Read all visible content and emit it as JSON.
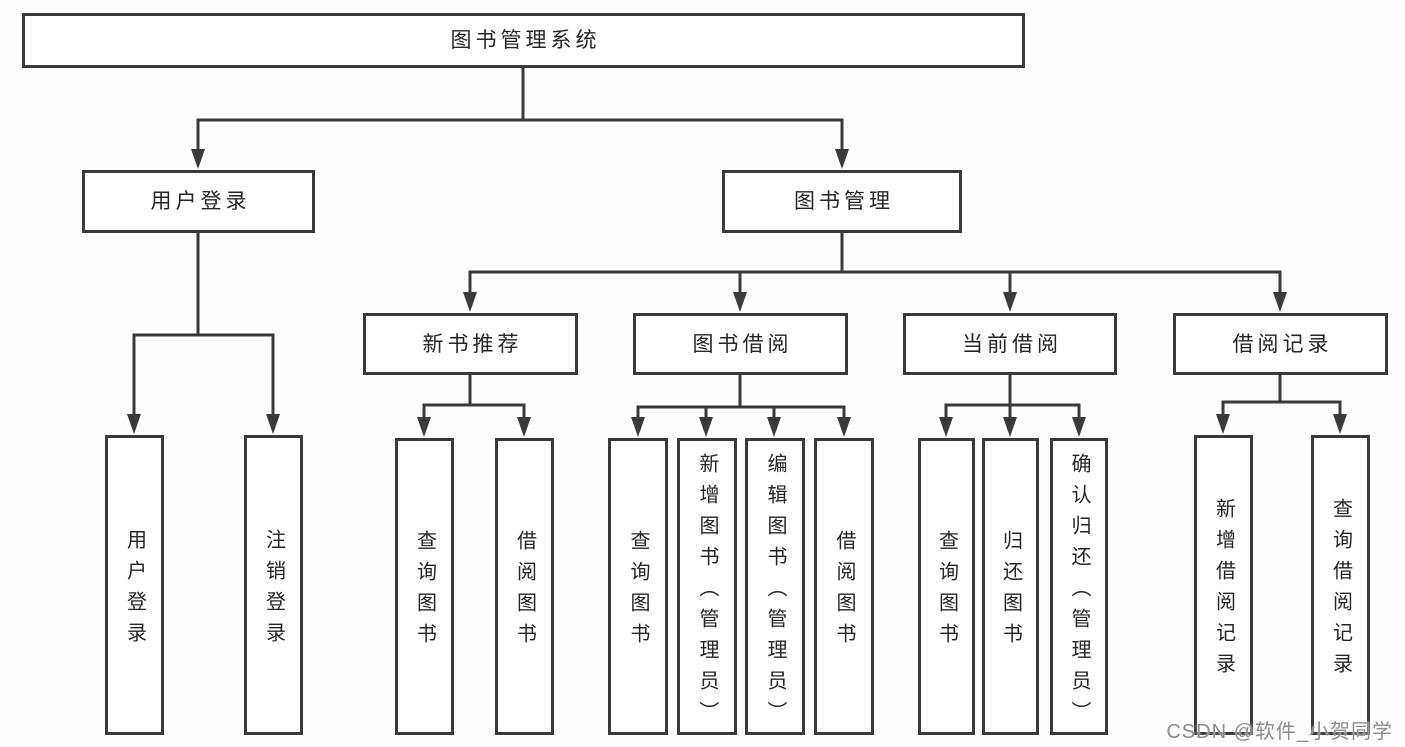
{
  "colors": {
    "line": "#3a3a3a",
    "box_border": "#3a3a3a",
    "text": "#262626",
    "watermark_text": "#8d8d8d",
    "background": "#fefefe"
  },
  "diagram": {
    "root": {
      "label": "图书管理系统"
    },
    "level2": [
      {
        "label": "用户登录"
      },
      {
        "label": "图书管理"
      }
    ],
    "level3": [
      {
        "label": "新书推荐"
      },
      {
        "label": "图书借阅"
      },
      {
        "label": "当前借阅"
      },
      {
        "label": "借阅记录"
      }
    ],
    "leaves": {
      "user_login": [
        "用户登录",
        "注销登录"
      ],
      "new_book": [
        "查询图书",
        "借阅图书"
      ],
      "book_borrow": [
        "查询图书",
        "新增图书（管理员）",
        "编辑图书（管理员）",
        "借阅图书"
      ],
      "current_borrow": [
        "查询图书",
        "归还图书",
        "确认归还（管理员）"
      ],
      "borrow_records": [
        "新增借阅记录",
        "查询借阅记录"
      ]
    }
  },
  "watermark": {
    "text": "CSDN @软件_小贺同学"
  }
}
